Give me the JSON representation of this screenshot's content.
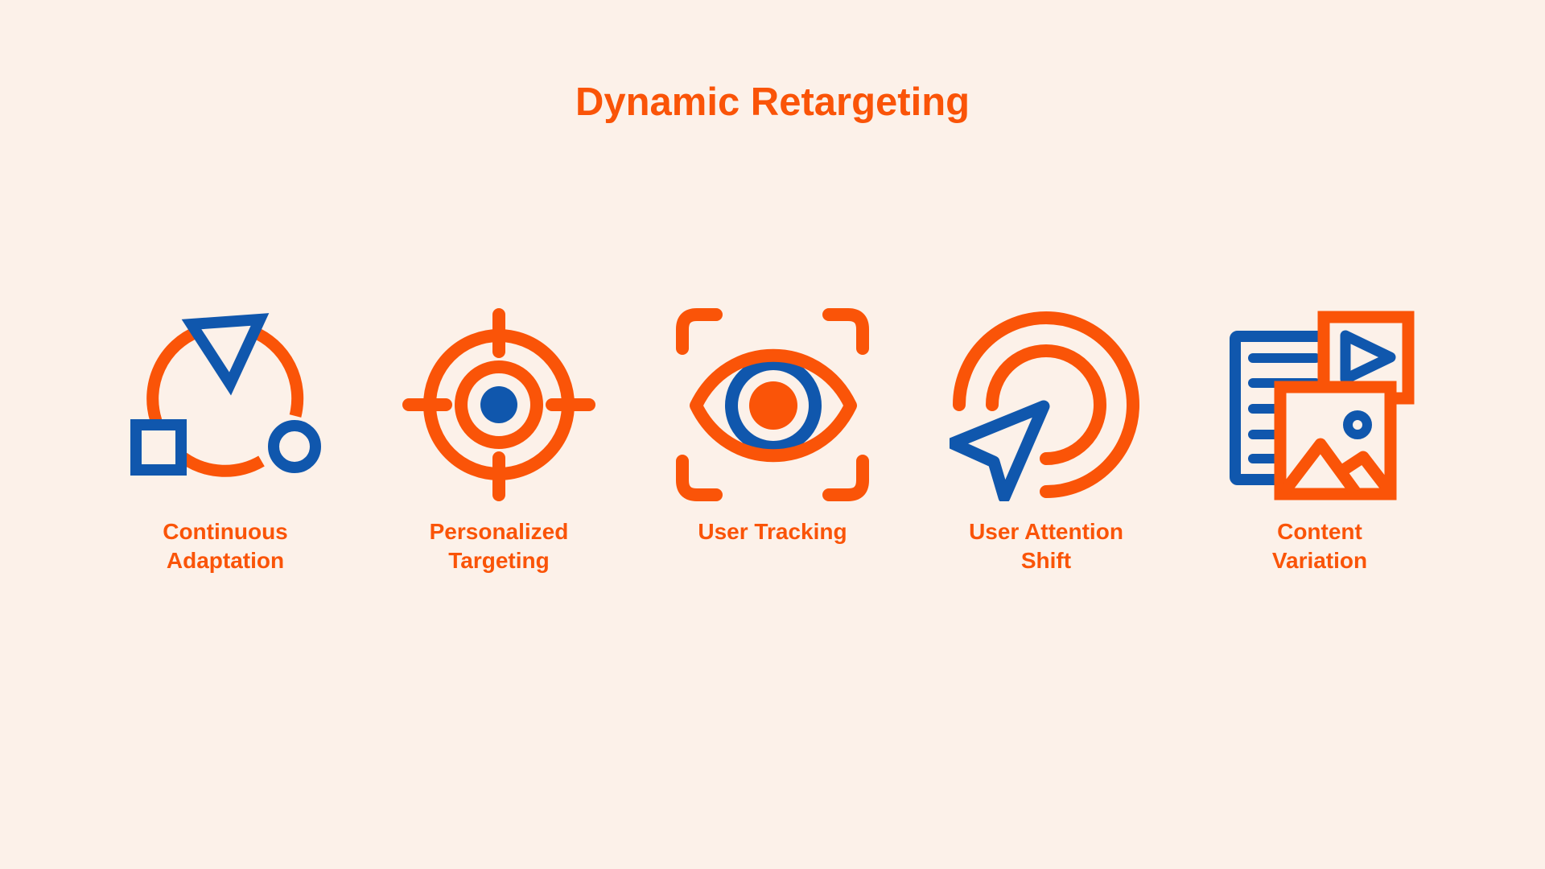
{
  "title": "Dynamic Retargeting",
  "colors": {
    "background": "#FCF1E9",
    "orange": "#FA5408",
    "blue": "#1057AD"
  },
  "items": [
    {
      "icon": "cycle-shapes-icon",
      "label": "Continuous Adaptation",
      "lines": [
        "Continuous",
        "Adaptation"
      ]
    },
    {
      "icon": "target-icon",
      "label": "Personalized Targeting",
      "lines": [
        "Personalized",
        "Targeting"
      ]
    },
    {
      "icon": "eye-scan-icon",
      "label": "User Tracking",
      "lines": [
        "User Tracking"
      ]
    },
    {
      "icon": "cursor-radar-icon",
      "label": "User Attention Shift",
      "lines": [
        "User Attention",
        "Shift"
      ]
    },
    {
      "icon": "media-collection-icon",
      "label": "Content Variation",
      "lines": [
        "Content",
        "Variation"
      ]
    }
  ]
}
